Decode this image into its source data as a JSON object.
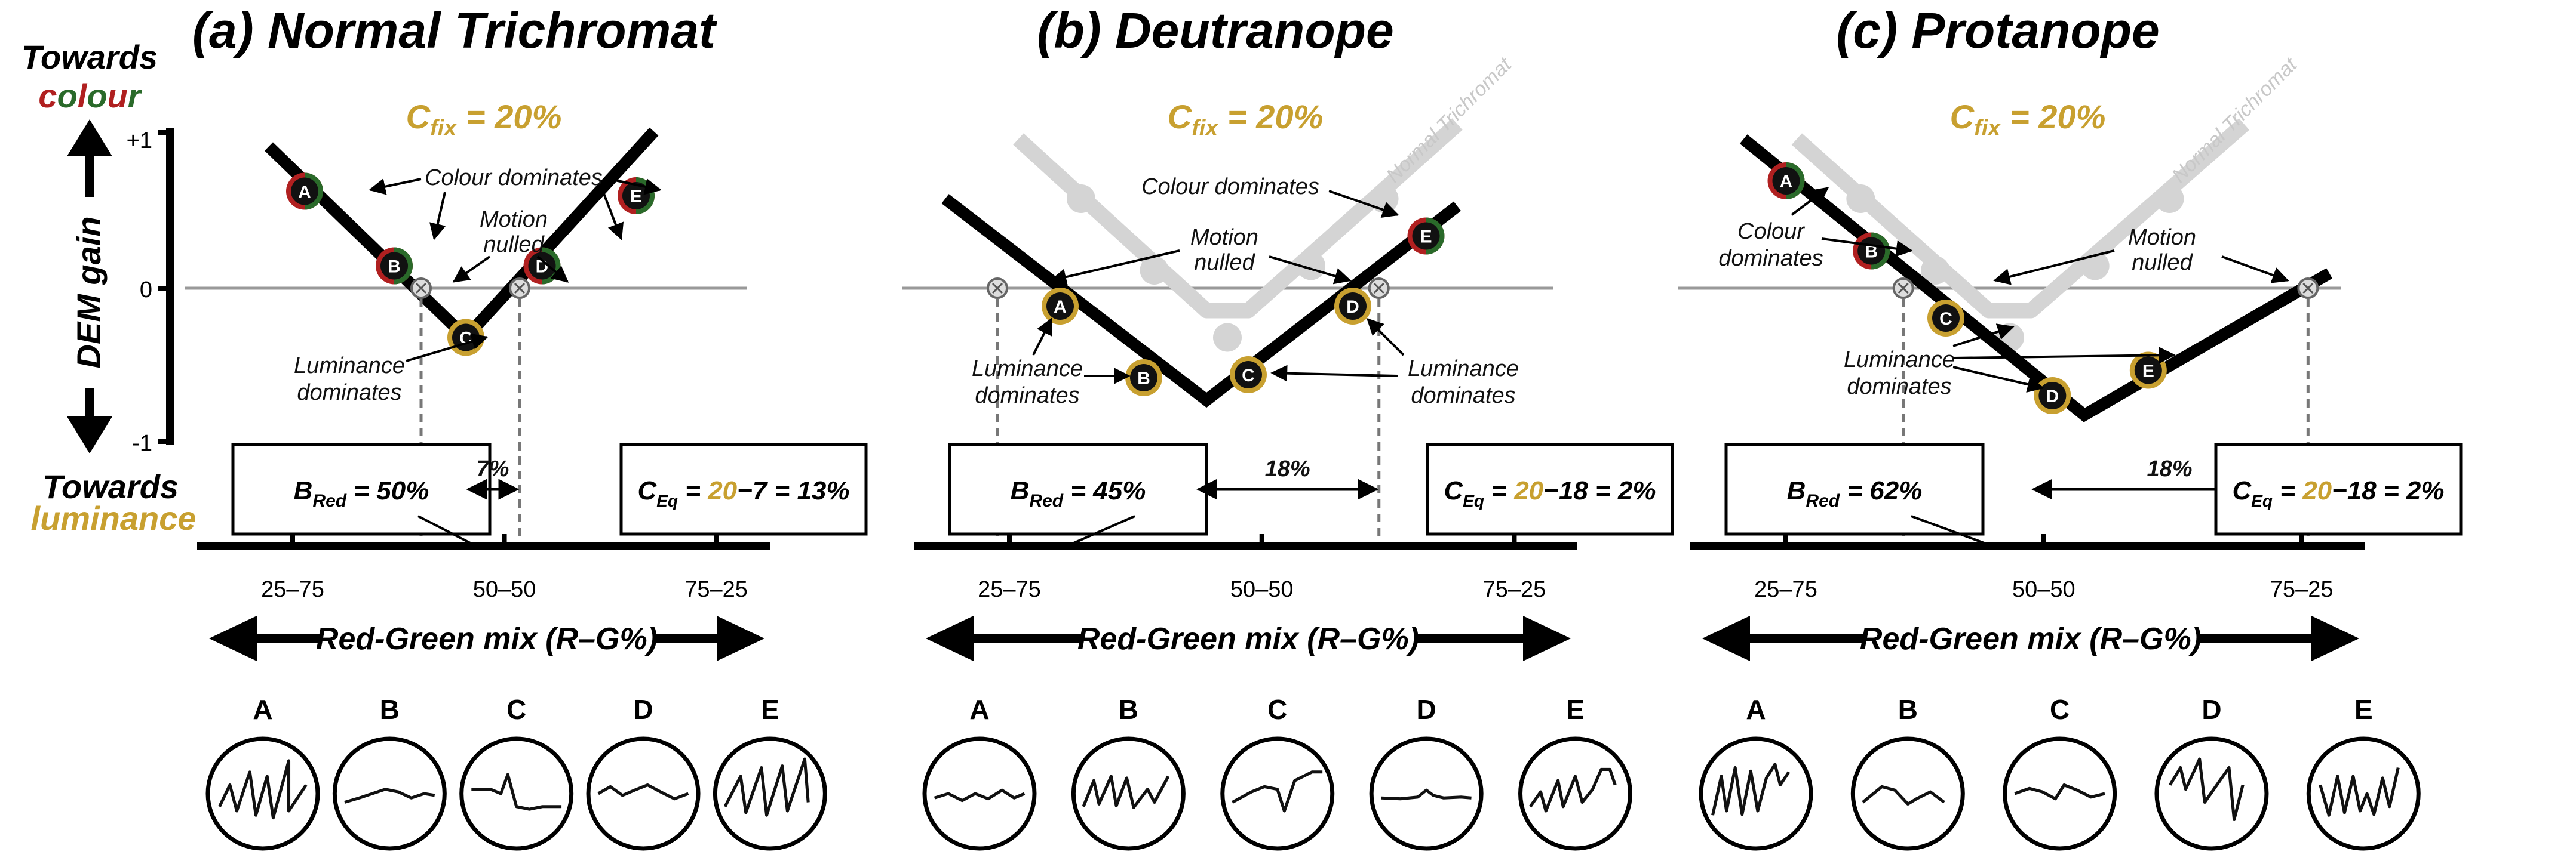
{
  "colors": {
    "gold": "#c8a030",
    "red": "#b02020",
    "green": "#2a6a2a",
    "trichromat_ghost": "#d4d4d4",
    "baseline": "#999999"
  },
  "axis": {
    "towards_label": "Towards",
    "colour_letters": [
      "c",
      "o",
      "l",
      "o",
      "u",
      "r"
    ],
    "luminance_word": "luminance",
    "ylabel": "DEM gain",
    "yticks": [
      "+1",
      "0",
      "-1"
    ],
    "xticks": [
      "25–75",
      "50–50",
      "75–25"
    ],
    "xlabel": "Red-Green mix (R–G%)"
  },
  "panels": [
    {
      "id": "a",
      "title": "(a) Normal Trichromat",
      "cfix": "C",
      "cfix_sub": "fix",
      "cfix_val": "= 20%",
      "ghost_label": "",
      "points": [
        {
          "label": "A",
          "mix": 32,
          "gain": 0.65,
          "type": "colour"
        },
        {
          "label": "B",
          "mix": 42,
          "gain": 0.15,
          "type": "colour"
        },
        {
          "label": "C",
          "mix": 50,
          "gain": -0.33,
          "type": "luminance"
        },
        {
          "label": "D",
          "mix": 58.5,
          "gain": 0.15,
          "type": "colour"
        },
        {
          "label": "E",
          "mix": 69,
          "gain": 0.62,
          "type": "colour"
        }
      ],
      "null_points": [
        45,
        56
      ],
      "annotations": {
        "colour_dominates": "Colour dominates",
        "motion": "Motion",
        "nulled": "nulled",
        "lum1": "Luminance",
        "lum2": "dominates"
      },
      "bred_prefix": "B",
      "bred_sub": "Red",
      "bred_val": "= 50%",
      "shift": "7%",
      "ceq_prefix": "C",
      "ceq_sub": "Eq",
      "ceq_eq": "=",
      "ceq_gold": "20",
      "ceq_rest": "−7 = 13%",
      "traces": [
        "A",
        "B",
        "C",
        "D",
        "E"
      ]
    },
    {
      "id": "b",
      "title": "(b) Deutranope",
      "cfix": "C",
      "cfix_sub": "fix",
      "cfix_val": "= 20%",
      "ghost_label": "Normal Trichromat",
      "points": [
        {
          "label": "A",
          "mix": 34,
          "gain": -0.12,
          "type": "luminance"
        },
        {
          "label": "B",
          "mix": 42,
          "gain": -0.6,
          "type": "luminance"
        },
        {
          "label": "C",
          "mix": 52,
          "gain": -0.58,
          "type": "luminance"
        },
        {
          "label": "D",
          "mix": 62,
          "gain": -0.12,
          "type": "luminance"
        },
        {
          "label": "E",
          "mix": 69,
          "gain": 0.35,
          "type": "colour"
        }
      ],
      "null_points": [
        28,
        64.5
      ],
      "annotations": {
        "colour_dominates": "Colour dominates",
        "motion": "Motion",
        "nulled": "nulled",
        "lum1": "Luminance",
        "lum2": "dominates"
      },
      "bred_prefix": "B",
      "bred_sub": "Red",
      "bred_val": "= 45%",
      "shift": "18%",
      "ceq_prefix": "C",
      "ceq_sub": "Eq",
      "ceq_eq": "=",
      "ceq_gold": "20",
      "ceq_rest": "−18 = 2%",
      "traces": [
        "A",
        "B",
        "C",
        "D",
        "E"
      ]
    },
    {
      "id": "c",
      "title": "(c) Protanope",
      "cfix": "C",
      "cfix_sub": "fix",
      "cfix_val": "= 20%",
      "ghost_label": "Normal Trichromat",
      "points": [
        {
          "label": "A",
          "mix": 29,
          "gain": 0.72,
          "type": "colour"
        },
        {
          "label": "B",
          "mix": 37,
          "gain": 0.25,
          "type": "colour"
        },
        {
          "label": "C",
          "mix": 44,
          "gain": -0.2,
          "type": "luminance"
        },
        {
          "label": "D",
          "mix": 54,
          "gain": -0.72,
          "type": "luminance"
        },
        {
          "label": "E",
          "mix": 63,
          "gain": -0.55,
          "type": "luminance"
        }
      ],
      "null_points": [
        40,
        78
      ],
      "annotations": {
        "colour1": "Colour",
        "colour2": "dominates",
        "motion": "Motion",
        "nulled": "nulled",
        "lum1": "Luminance",
        "lum2": "dominates"
      },
      "bred_prefix": "B",
      "bred_sub": "Red",
      "bred_val": "= 62%",
      "shift": "18%",
      "ceq_prefix": "C",
      "ceq_sub": "Eq",
      "ceq_eq": "=",
      "ceq_gold": "20",
      "ceq_rest": "−18 = 2%",
      "traces": [
        "A",
        "B",
        "C",
        "D",
        "E"
      ]
    }
  ]
}
